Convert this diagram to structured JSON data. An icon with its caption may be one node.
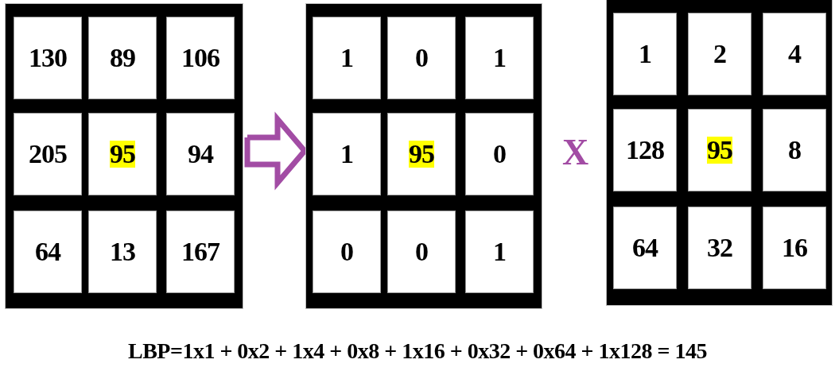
{
  "diagram": {
    "nodes": [
      {
        "text": [],
        "shape": "box"
      },
      {
        "text": [
          "130"
        ],
        "in": 0
      },
      {
        "text": [
          "89"
        ],
        "in": 0
      },
      {
        "text": [
          "106"
        ],
        "in": 0
      },
      {
        "text": [
          "205"
        ],
        "in": 0
      },
      {
        "text": [
          "95"
        ],
        "in": 0
      },
      {
        "text": [
          "94"
        ],
        "in": 0
      },
      {
        "text": [
          "64"
        ],
        "in": 0
      },
      {
        "text": [
          "13"
        ],
        "in": 0
      },
      {
        "text": [
          "167"
        ],
        "in": 0
      },
      {
        "text": [],
        "shape": "box"
      },
      {
        "text": [
          "1"
        ],
        "in": 10
      },
      {
        "text": [
          "0"
        ],
        "in": 10
      },
      {
        "text": [
          "1"
        ],
        "in": 10
      },
      {
        "text": [
          "1"
        ],
        "in": 10
      },
      {
        "text": [
          "95"
        ],
        "in": 10
      },
      {
        "text": [
          "0"
        ],
        "in": 10
      },
      {
        "text": [
          "0"
        ],
        "in": 10
      },
      {
        "text": [
          "0"
        ],
        "in": 10
      },
      {
        "text": [
          "1"
        ],
        "in": 10
      },
      {
        "text": [],
        "shape": "box"
      },
      {
        "text": [
          "1"
        ],
        "in": 20
      },
      {
        "text": [
          "2"
        ],
        "in": 20
      },
      {
        "text": [
          "4"
        ],
        "in": 20
      },
      {
        "text": [
          "128"
        ],
        "in": 20
      },
      {
        "text": [
          "95"
        ],
        "in": 20
      },
      {
        "text": [
          "8"
        ],
        "in": 20
      },
      {
        "text": [
          "64"
        ],
        "in": 20
      },
      {
        "text": [
          "32"
        ],
        "in": 20
      },
      {
        "text": [
          "16"
        ],
        "in": 20
      }
    ],
    "edges": [
      {
        "from": 0,
        "to": 10,
        "arrow": "to",
        "style": "thick",
        "color": "#a24ca4"
      }
    ],
    "labels": [
      "X",
      "LBP=1x1 + 0x2 + 1x4 + 0x8 + 1x16 + 0x32 + 0x64 + 1x128 = 145"
    ]
  }
}
